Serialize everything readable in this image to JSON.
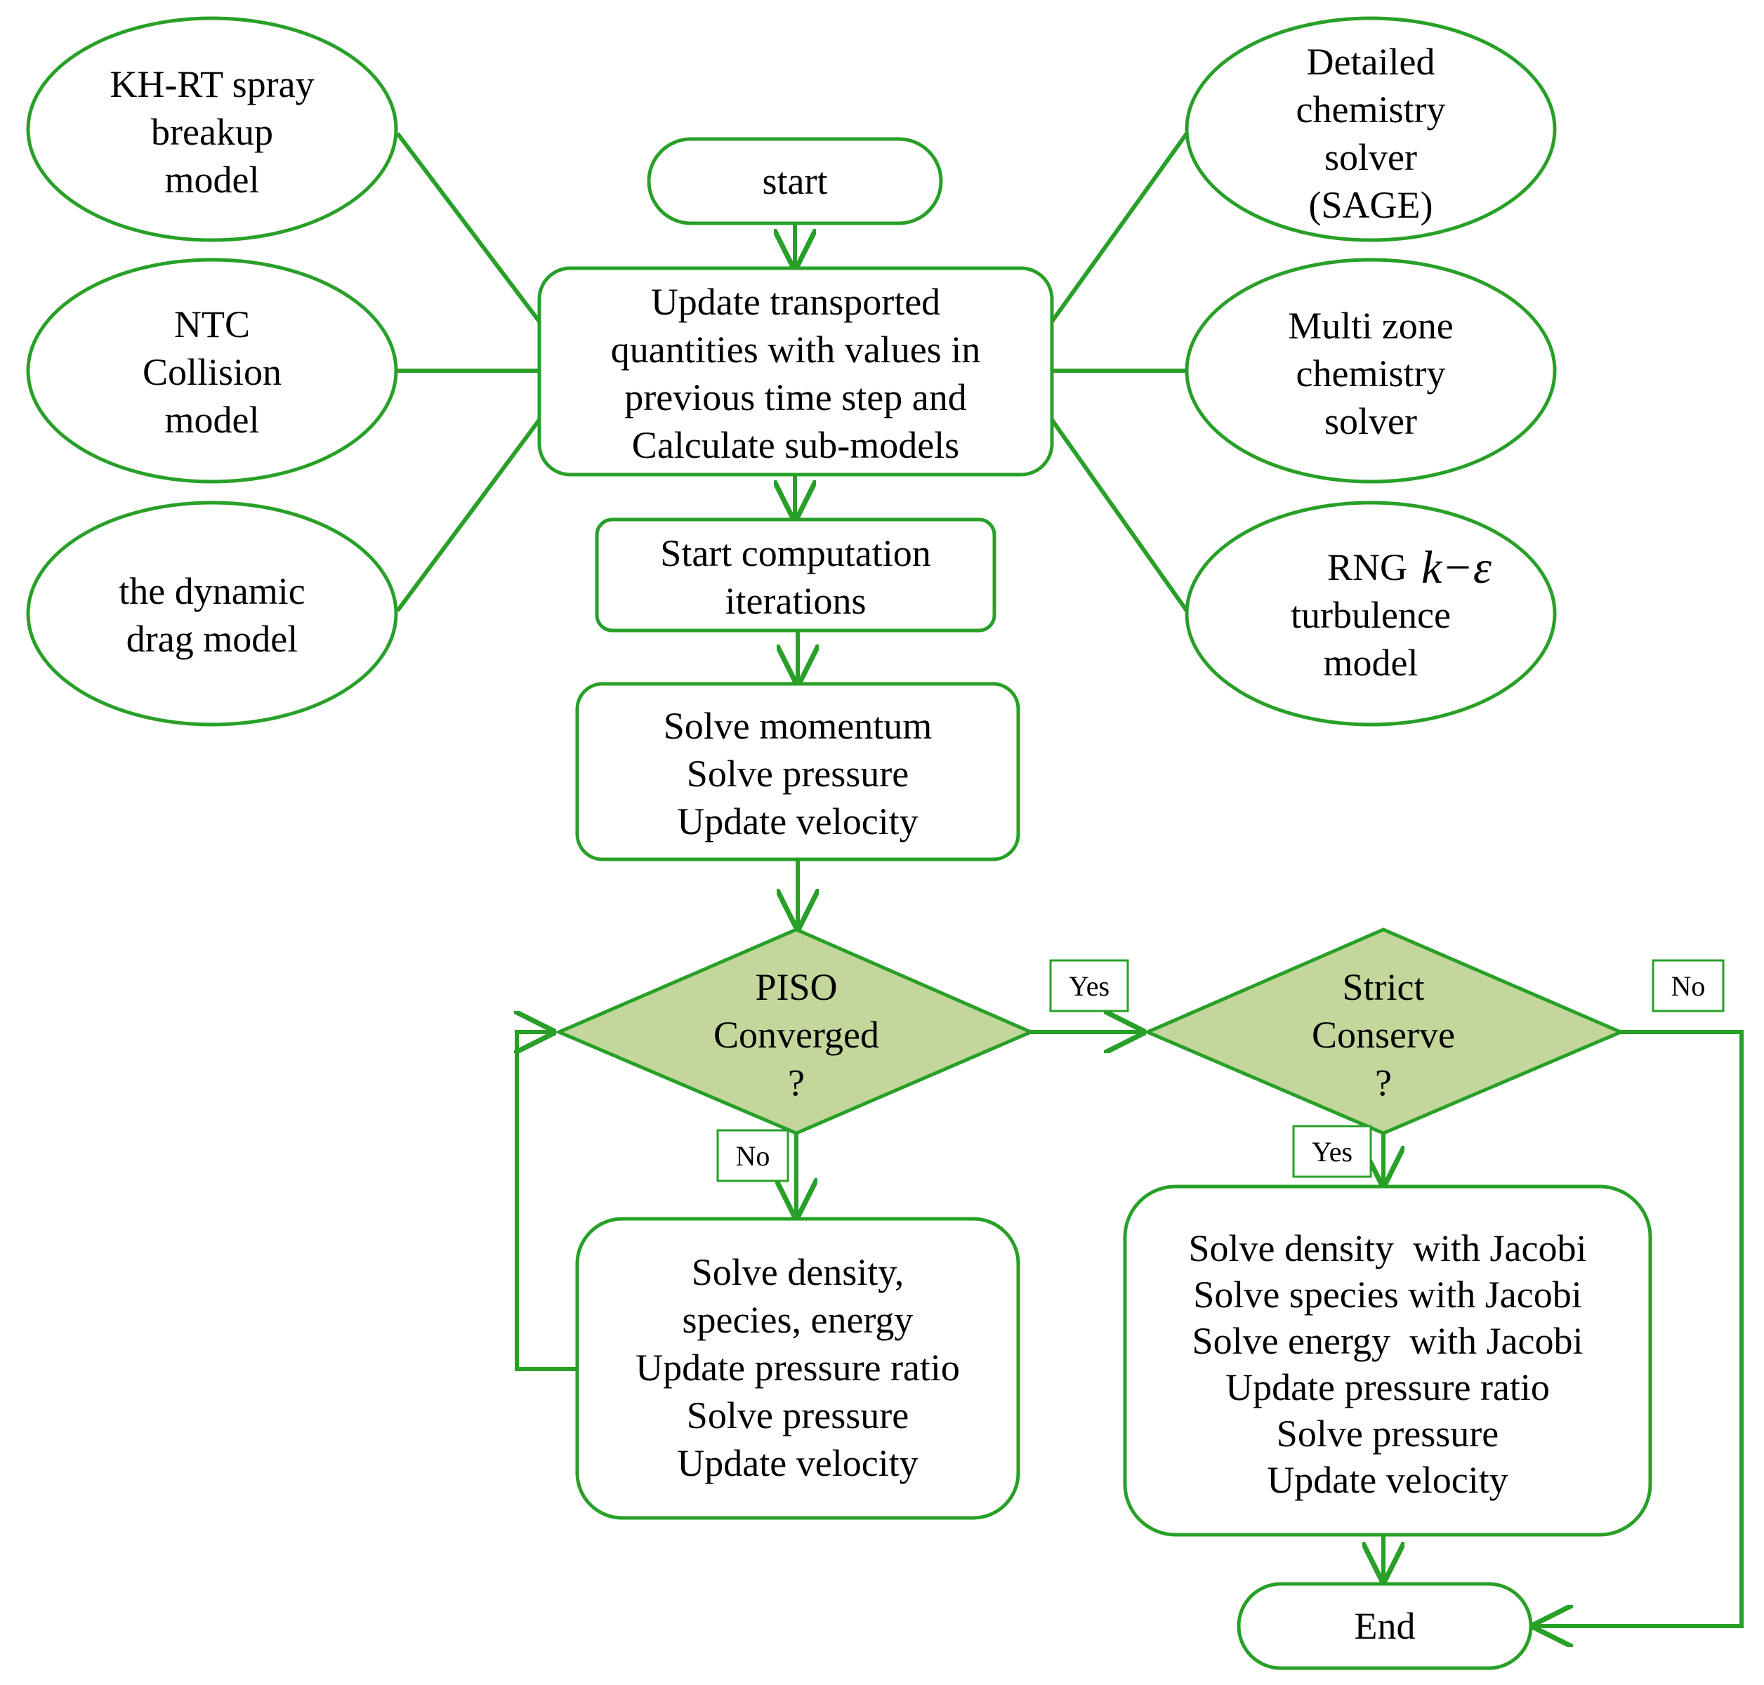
{
  "colors": {
    "stroke": "#28a028",
    "diamond_fill": "#c3d69b",
    "box_fill": "#ffffff",
    "text": "#000000"
  },
  "ellipses": {
    "khrt": [
      "KH-RT spray",
      "breakup",
      "model"
    ],
    "ntc": [
      "NTC",
      "Collision",
      "model"
    ],
    "drag": [
      "the dynamic",
      "drag model"
    ],
    "sage": [
      "Detailed",
      "chemistry",
      "solver",
      "(SAGE)"
    ],
    "multizone": [
      "Multi zone",
      "chemistry",
      "solver"
    ],
    "rng": {
      "prefix": "RNG",
      "symbol": "k−ε",
      "lines": [
        "turbulence",
        "model"
      ]
    }
  },
  "nodes": {
    "start": "start",
    "update": [
      "Update transported",
      "quantities with values in",
      "previous time step and",
      "Calculate sub-models"
    ],
    "iterations": [
      "Start computation",
      "iterations"
    ],
    "momentum": [
      "Solve momentum",
      "Solve pressure",
      "Update velocity"
    ],
    "piso": [
      "PISO",
      "Converged",
      "?"
    ],
    "strict": [
      "Strict",
      "Conserve",
      "?"
    ],
    "piso_loop": [
      "Solve density,",
      "species, energy",
      "Update pressure ratio",
      "Solve pressure",
      "Update velocity"
    ],
    "jacobi": [
      "Solve density  with Jacobi",
      "Solve species with Jacobi",
      "Solve energy  with Jacobi",
      "Update pressure ratio",
      "Solve pressure",
      "Update velocity"
    ],
    "end": "End"
  },
  "edge_labels": {
    "piso_yes": "Yes",
    "piso_no": "No",
    "strict_yes": "Yes",
    "strict_no": "No"
  }
}
